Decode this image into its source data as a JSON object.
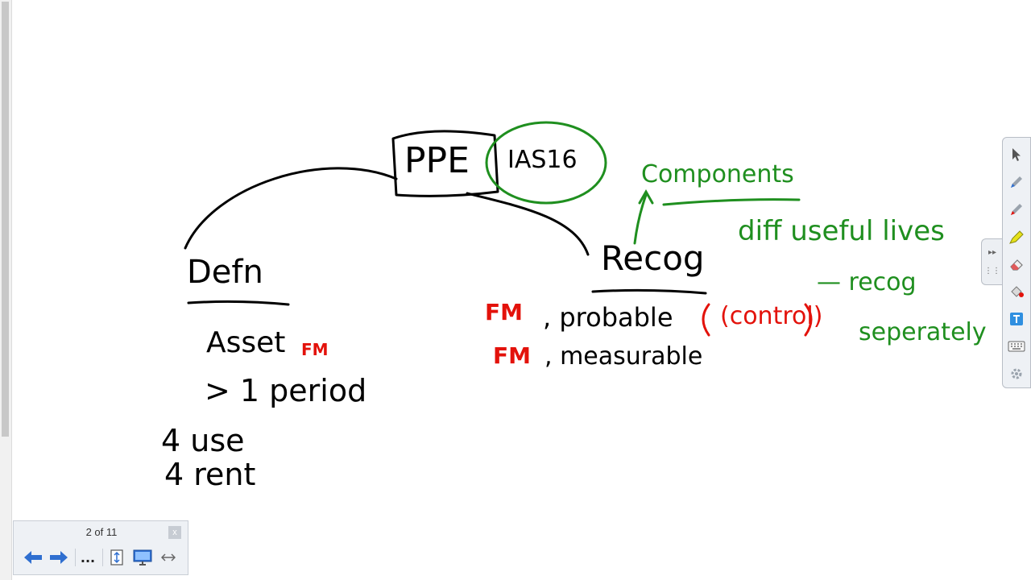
{
  "canvas": {
    "title_box": "PPE",
    "standard": "IAS16",
    "definition": {
      "heading": "Defn",
      "asset": "Asset",
      "asset_note": "FM",
      "period": "> 1 period",
      "use": "4 use",
      "rent": "4 rent"
    },
    "recognition": {
      "heading": "Recog",
      "line1_prefix": "FM",
      "line1_text": ", probable",
      "line1_note": "(control)",
      "line2_prefix": "FM",
      "line2_text": ", measurable"
    },
    "components": {
      "heading": "Components",
      "line1": "diff useful lives",
      "line2": "— recog",
      "line3": "seperately"
    }
  },
  "tools": [
    {
      "name": "select-icon"
    },
    {
      "name": "pen-icon"
    },
    {
      "name": "creative-pen-icon"
    },
    {
      "name": "highlighter-icon"
    },
    {
      "name": "eraser-icon"
    },
    {
      "name": "fill-icon"
    },
    {
      "name": "text-icon"
    },
    {
      "name": "keyboard-icon"
    },
    {
      "name": "settings-icon"
    }
  ],
  "navigator": {
    "counter": "2 of 11",
    "close_label": "x",
    "more_label": "..."
  },
  "colors": {
    "ink_black": "#000000",
    "ink_red": "#e3120b",
    "ink_green": "#1f8f1f",
    "arrow_blue": "#2f6fd0"
  }
}
